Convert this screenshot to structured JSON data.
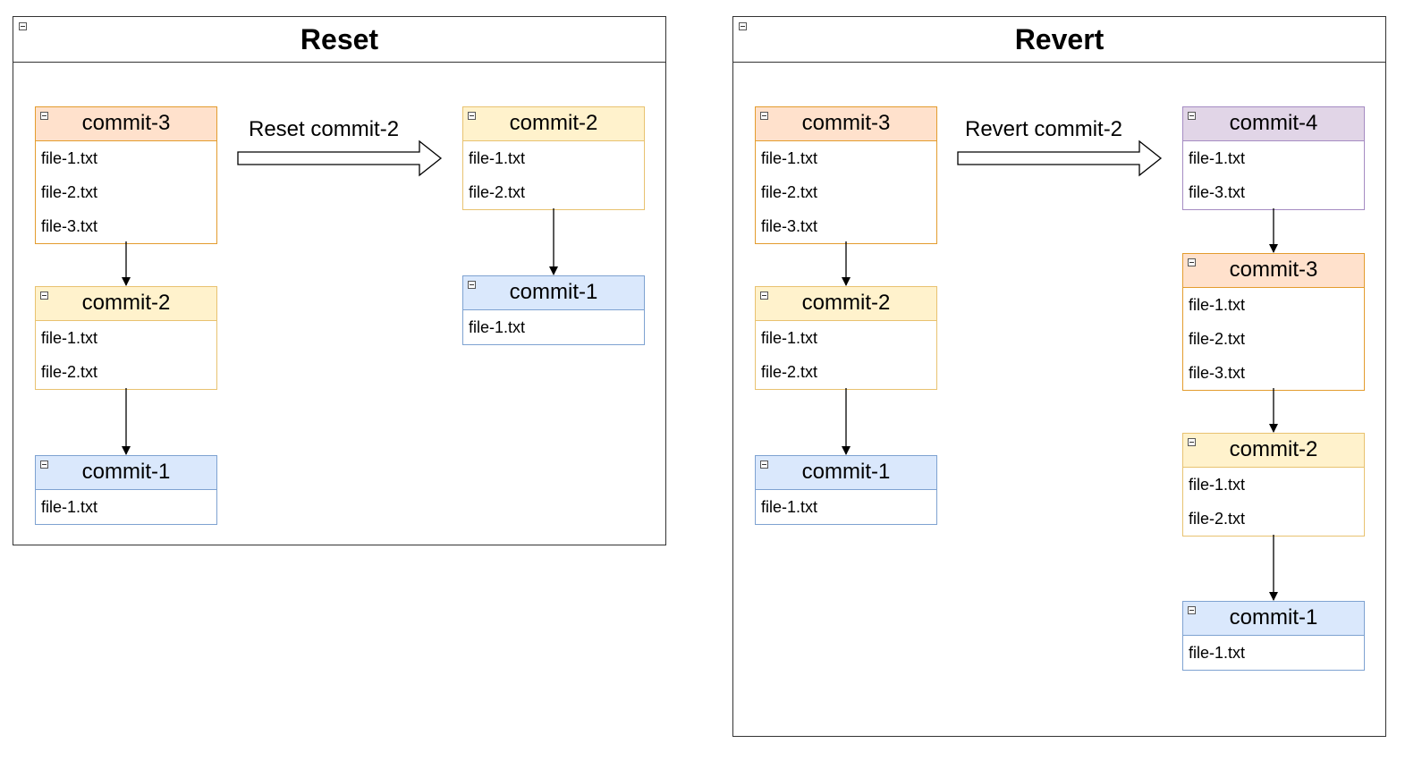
{
  "reset": {
    "title": "Reset",
    "operation_label": "Reset commit-2",
    "before": [
      {
        "name": "commit-3",
        "color": "orange",
        "files": [
          "file-1.txt",
          "file-2.txt",
          "file-3.txt"
        ]
      },
      {
        "name": "commit-2",
        "color": "yellow",
        "files": [
          "file-1.txt",
          "file-2.txt"
        ]
      },
      {
        "name": "commit-1",
        "color": "blue",
        "files": [
          "file-1.txt"
        ]
      }
    ],
    "after": [
      {
        "name": "commit-2",
        "color": "yellow",
        "files": [
          "file-1.txt",
          "file-2.txt"
        ]
      },
      {
        "name": "commit-1",
        "color": "blue",
        "files": [
          "file-1.txt"
        ]
      }
    ]
  },
  "revert": {
    "title": "Revert",
    "operation_label": "Revert commit-2",
    "before": [
      {
        "name": "commit-3",
        "color": "orange",
        "files": [
          "file-1.txt",
          "file-2.txt",
          "file-3.txt"
        ]
      },
      {
        "name": "commit-2",
        "color": "yellow",
        "files": [
          "file-1.txt",
          "file-2.txt"
        ]
      },
      {
        "name": "commit-1",
        "color": "blue",
        "files": [
          "file-1.txt"
        ]
      }
    ],
    "after": [
      {
        "name": "commit-4",
        "color": "purple",
        "files": [
          "file-1.txt",
          "file-3.txt"
        ]
      },
      {
        "name": "commit-3",
        "color": "orange",
        "files": [
          "file-1.txt",
          "file-2.txt",
          "file-3.txt"
        ]
      },
      {
        "name": "commit-2",
        "color": "yellow",
        "files": [
          "file-1.txt",
          "file-2.txt"
        ]
      },
      {
        "name": "commit-1",
        "color": "blue",
        "files": [
          "file-1.txt"
        ]
      }
    ]
  },
  "colors": {
    "orange_fill": "#ffe1cc",
    "orange_stroke": "#e39c2e",
    "yellow_fill": "#fff2cc",
    "yellow_stroke": "#e8c270",
    "blue_fill": "#dae8fc",
    "blue_stroke": "#7ea2d1",
    "purple_fill": "#e1d5e7",
    "purple_stroke": "#a58cc2"
  }
}
